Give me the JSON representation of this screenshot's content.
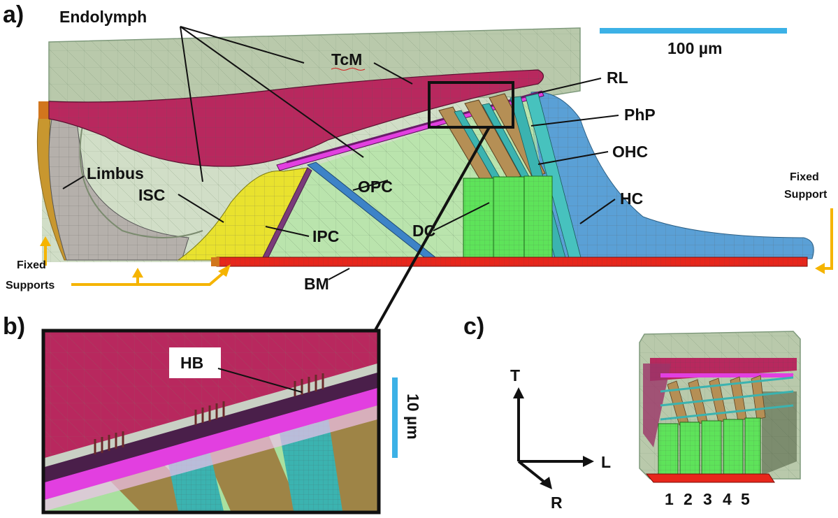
{
  "panels": {
    "a": "a)",
    "b": "b)",
    "c": "c)"
  },
  "labels": {
    "endolymph": "Endolymph",
    "tcm": "TcM",
    "rl": "RL",
    "php": "PhP",
    "ohc": "OHC",
    "hc": "HC",
    "limbus": "Limbus",
    "opc": "OPC",
    "isc": "ISC",
    "ipc": "IPC",
    "dc": "DC",
    "bm": "BM",
    "fixed_supports_1": "Fixed",
    "fixed_supports_2": "Supports",
    "fixed_support_1": "Fixed",
    "fixed_support_2": "Support",
    "hb": "HB"
  },
  "scale_bars": {
    "a": "100 µm",
    "b": "10 µm"
  },
  "axes": {
    "t": "T",
    "l": "L",
    "r": "R"
  },
  "rows": [
    "1",
    "2",
    "3",
    "4",
    "5"
  ],
  "colors": {
    "endolymph": "#b9c9ab",
    "tcm": "#b8285e",
    "limbus": "#b5b0ab",
    "isc": "#e9e22e",
    "ipc": "#a9e09f",
    "bm": "#e8261b",
    "hc": "#5aa0d6",
    "dc": "#5ee35a",
    "ohc": "#b58f55",
    "php": "#3bb3b0",
    "rl": "#e23fe0",
    "scale": "#3cb1e6",
    "support": "#f5b400",
    "bone": "#c8972f"
  }
}
